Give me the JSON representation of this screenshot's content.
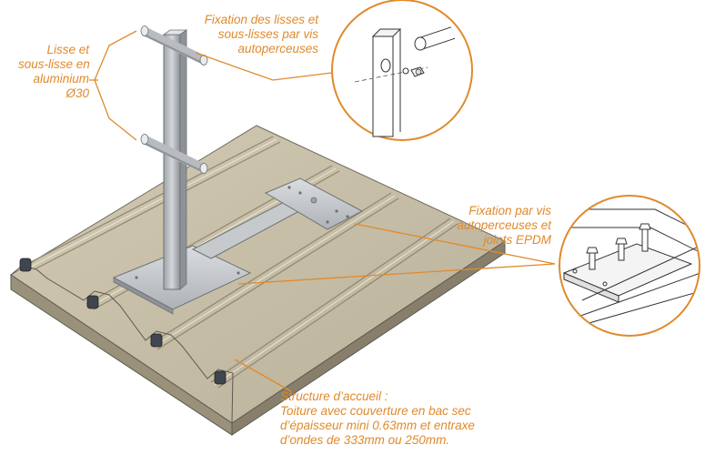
{
  "labels": {
    "lisse": "Lisse et\nsous-lisse en\naluminium\nØ30",
    "fixation_top": "Fixation des lisses et\nsous-lisses par vis\nautoperceuses",
    "fixation_vis": "Fixation par vis\nautoperceuses et\njoints EPDM",
    "structure": "Structure d’accueil :\nToiture avec couverture en bac sec\nd’épaisseur mini 0.63mm et entraxe\nd’ondes de 333mm ou 250mm."
  },
  "colors": {
    "accent": "#e08a2c",
    "roof": "#c6bda6",
    "roof_dark": "#a89f88",
    "metal": "#b8bcc0",
    "metal_dark": "#8d9297"
  }
}
